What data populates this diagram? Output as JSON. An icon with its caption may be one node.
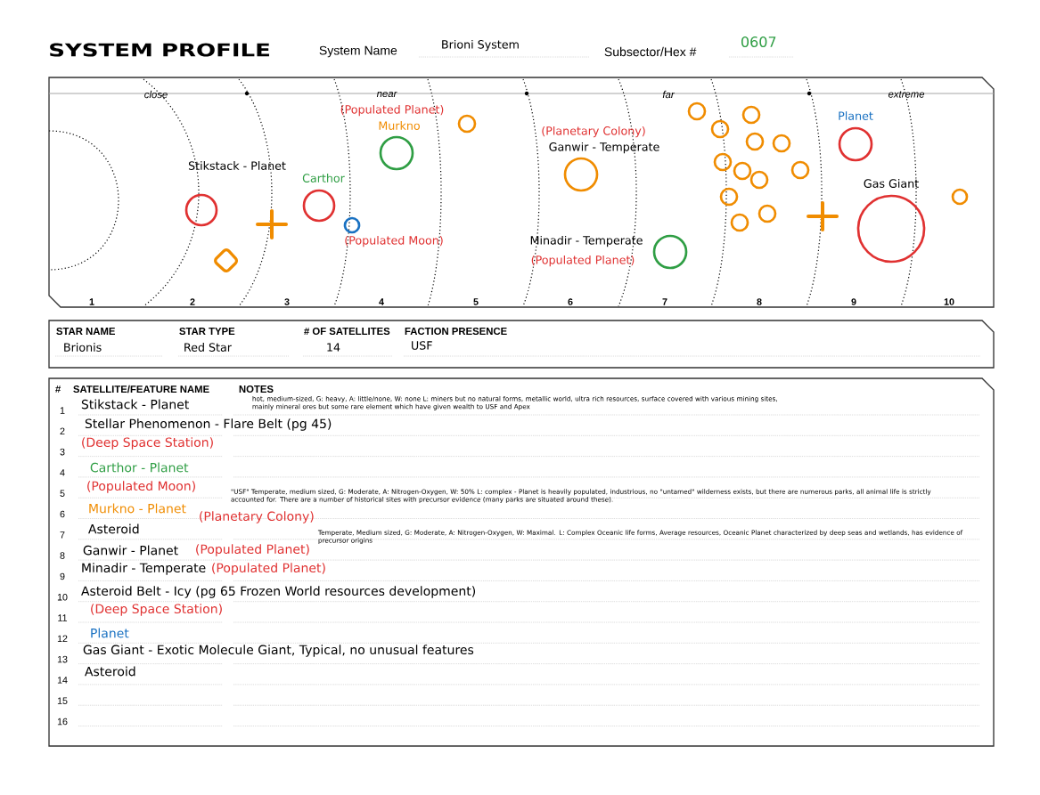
{
  "diagram": {
    "title": "SYSTEM PROFILE",
    "nodes": [
      {
        "text": [
          "close",
          "near",
          "far",
          "extreme",
          "1",
          "2",
          "3",
          "4",
          "5",
          "6",
          "7",
          "8",
          "9",
          "10",
          "(Populated Planet)",
          "Murkno",
          "Stikstack - Planet",
          "Carthor",
          "(Populated Moon)",
          "(Planetary Colony)",
          "Ganwir - Temperate",
          "Minadir - Temperate",
          "(Populated Planet)",
          "Planet",
          "Gas Giant"
        ]
      },
      {
        "text": [
          "STAR NAME",
          "Brionis",
          "STAR TYPE",
          "Red Star",
          "# OF SATELLITES",
          "14",
          "FACTION PRESENCE",
          "USF"
        ]
      },
      {
        "text": [
          "#",
          "SATELLITE/FEATURE NAME",
          "NOTES",
          "1",
          "2",
          "3",
          "4",
          "5",
          "6",
          "7",
          "8",
          "9",
          "10",
          "11",
          "12",
          "13",
          "14",
          "15",
          "16",
          "Stikstack - Planet",
          "Stellar Phenomenon - Flare Belt (pg 45)",
          "(Deep Space Station)",
          "Carthor - Planet",
          "(Populated Moon)",
          "Murkno - Planet",
          "(Planetary Colony)",
          "Asteroid",
          "Ganwir - Planet",
          "(Populated Planet)",
          "Minadir - Temperate",
          "(Populated Planet)",
          "Asteroid Belt - Icy (pg 65 Frozen World resources development)",
          "(Deep Space Station)",
          "Planet",
          "Gas Giant - Exotic Molecule Giant, Typical, no unusual features",
          "Asteroid",
          "hot, medium-sized, G: heavy, A: little/none, W: none L: miners but no natural forms, metallic world, ultra rich resources, surface covered with various mining sites, mainly mineral ores but some rare element which have given wealth to USF and Apex",
          "\"USF\" Temperate, medium sized, G: Moderate, A: Nitrogen-Oxygen, W: 50% L: complex - Planet is heavily populated, industrious, no \"untamed\" wilderness exists, but there are numerous parks, all animal life is strictly accounted for. There are a number of historical sites with precursor evidence (many parks are situated around these).",
          "Temperate, Medium sized, G: Moderate, A: Nitrogen-Oxygen, W: Maximal. L: Complex Oceanic life forms, Average resources, Oceanic Planet characterized by deep seas and wetlands, has evidence of precursor origins"
        ]
      }
    ],
    "labels": [
      "System Name",
      "Brioni System",
      "Subsector/Hex #",
      "0607"
    ]
  }
}
